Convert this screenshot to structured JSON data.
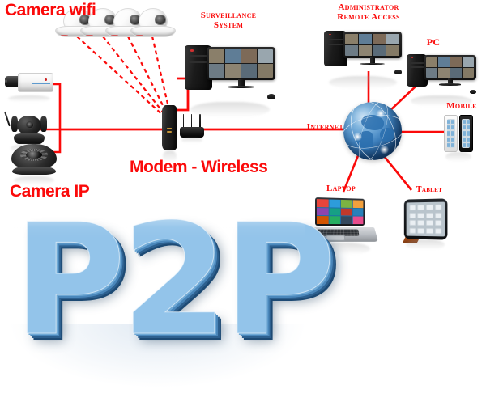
{
  "diagram": {
    "title": "P2P IP Camera Network Topology",
    "background_color": "#ffffff",
    "accent_color": "#fb0a0a",
    "logo_color": "#93c4ea"
  },
  "labels": {
    "camera_wifi": "Camera wifi",
    "camera_ip": "Camera IP",
    "surveillance_system": "Surveillance\nSystem",
    "modem_wireless": "Modem - Wireless",
    "administrator_remote_access": "Administrator\nRemote Access",
    "pc": "PC",
    "mobile": "Mobile",
    "internet": "Internet",
    "laptop": "Laptop",
    "tablet": "Tablet"
  },
  "logo": {
    "text": "P2P"
  },
  "nodes": [
    {
      "id": "wifi-camera-1",
      "type": "wifi-dome-camera",
      "label_group": "Camera wifi"
    },
    {
      "id": "wifi-camera-2",
      "type": "wifi-dome-camera",
      "label_group": "Camera wifi"
    },
    {
      "id": "wifi-camera-3",
      "type": "wifi-dome-camera",
      "label_group": "Camera wifi"
    },
    {
      "id": "wifi-camera-4",
      "type": "wifi-dome-camera",
      "label_group": "Camera wifi"
    },
    {
      "id": "ip-camera-box",
      "type": "box-camera",
      "label_group": "Camera IP"
    },
    {
      "id": "ip-camera-pantilt",
      "type": "pan-tilt-camera",
      "label_group": "Camera IP"
    },
    {
      "id": "ip-camera-dome",
      "type": "dome-camera",
      "label_group": "Camera IP"
    },
    {
      "id": "modem",
      "type": "modem",
      "label_group": "Modem - Wireless"
    },
    {
      "id": "wireless-router",
      "type": "router",
      "label_group": "Modem - Wireless"
    },
    {
      "id": "surveillance-pc",
      "type": "desktop-computer",
      "label_group": "Surveillance System"
    },
    {
      "id": "admin-pc",
      "type": "desktop-computer",
      "label_group": "Administrator Remote Access"
    },
    {
      "id": "client-pc",
      "type": "desktop-computer",
      "label_group": "PC"
    },
    {
      "id": "internet-globe",
      "type": "globe",
      "label_group": "Internet"
    },
    {
      "id": "mobile-phones",
      "type": "smartphones",
      "label_group": "Mobile"
    },
    {
      "id": "laptop",
      "type": "laptop",
      "label_group": "Laptop"
    },
    {
      "id": "tablet",
      "type": "tablet",
      "label_group": "Tablet"
    }
  ],
  "connections": [
    {
      "from": "wifi-camera-1",
      "to": "modem",
      "style": "dashed",
      "color": "#fb0a0a"
    },
    {
      "from": "wifi-camera-2",
      "to": "modem",
      "style": "dashed",
      "color": "#fb0a0a"
    },
    {
      "from": "wifi-camera-3",
      "to": "modem",
      "style": "dashed",
      "color": "#fb0a0a"
    },
    {
      "from": "wifi-camera-4",
      "to": "modem",
      "style": "dashed",
      "color": "#fb0a0a"
    },
    {
      "from": "ip-camera-box",
      "to": "modem",
      "style": "solid",
      "color": "#fb0a0a"
    },
    {
      "from": "ip-camera-pantilt",
      "to": "modem",
      "style": "solid",
      "color": "#fb0a0a"
    },
    {
      "from": "ip-camera-dome",
      "to": "modem",
      "style": "solid",
      "color": "#fb0a0a"
    },
    {
      "from": "modem",
      "to": "surveillance-pc",
      "style": "solid",
      "color": "#fb0a0a"
    },
    {
      "from": "wireless-router",
      "to": "internet-globe",
      "style": "solid",
      "color": "#fb0a0a"
    },
    {
      "from": "internet-globe",
      "to": "admin-pc",
      "style": "solid",
      "color": "#fb0a0a"
    },
    {
      "from": "internet-globe",
      "to": "client-pc",
      "style": "solid",
      "color": "#fb0a0a"
    },
    {
      "from": "internet-globe",
      "to": "mobile-phones",
      "style": "solid",
      "color": "#fb0a0a"
    },
    {
      "from": "internet-globe",
      "to": "laptop",
      "style": "solid",
      "color": "#fb0a0a"
    },
    {
      "from": "internet-globe",
      "to": "tablet",
      "style": "solid",
      "color": "#fb0a0a"
    }
  ]
}
